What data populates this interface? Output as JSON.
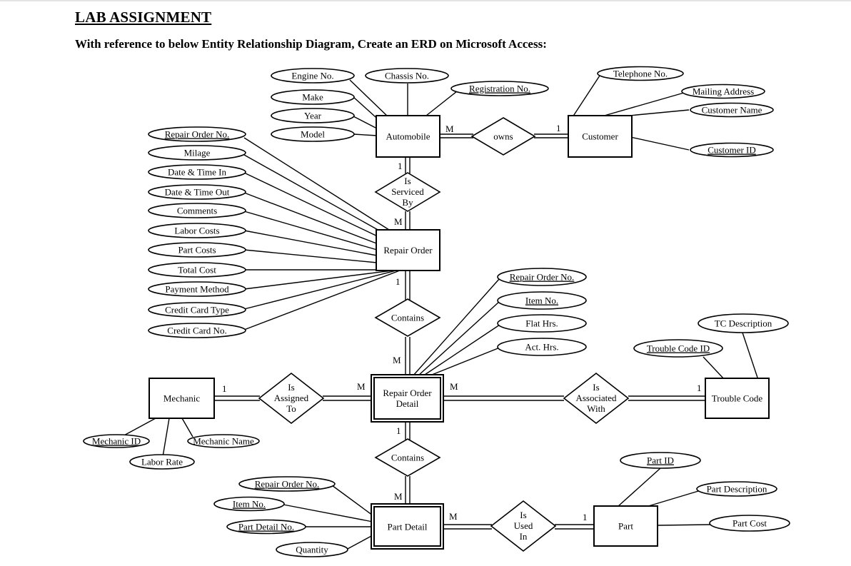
{
  "header": {
    "title": "LAB ASSIGNMENT",
    "instruction": "With reference to below Entity Relationship Diagram, Create an ERD on Microsoft Access:"
  },
  "diagram": {
    "entities": {
      "automobile": "Automobile",
      "customer": "Customer",
      "repair_order": "Repair Order",
      "repair_order_detail": [
        "Repair Order",
        "Detail"
      ],
      "mechanic": "Mechanic",
      "trouble_code": "Trouble Code",
      "part_detail": "Part Detail",
      "part": "Part"
    },
    "relationships": {
      "owns": [
        "owns"
      ],
      "is_serviced_by": [
        "Is",
        "Serviced",
        "By"
      ],
      "contains_1": [
        "Contains"
      ],
      "is_assigned_to": [
        "Is",
        "Assigned",
        "To"
      ],
      "is_associated_with": [
        "Is",
        "Associated",
        "With"
      ],
      "contains_2": [
        "Contains"
      ],
      "is_used_in": [
        "Is",
        "Used",
        "In"
      ]
    },
    "attributes": {
      "engine_no": "Engine No.",
      "chassis_no": "Chassis No.",
      "make": "Make",
      "year": "Year",
      "model": "Model",
      "registration_no": "Registration No.",
      "telephone_no": "Telephone No.",
      "mailing_address": "Mailing Address",
      "customer_name": "Customer Name",
      "customer_id": "Customer ID",
      "ro_repair_order_no": "Repair Order No.",
      "milage": "Milage",
      "date_time_in": "Date & Time In",
      "date_time_out": "Date & Time Out",
      "comments": "Comments",
      "labor_costs": "Labor Costs",
      "part_costs": "Part Costs",
      "total_cost": "Total Cost",
      "payment_method": "Payment Method",
      "credit_card_type": "Credit Card Type",
      "credit_card_no": "Credit Card No.",
      "rod_repair_order_no": "Repair Order No.",
      "rod_item_no": "Item No.",
      "flat_hrs": "Flat Hrs.",
      "act_hrs": "Act. Hrs.",
      "tc_description": "TC Description",
      "trouble_code_id": "Trouble Code ID",
      "mechanic_id": "Mechanic ID",
      "mechanic_name": "Mechanic Name",
      "labor_rate": "Labor Rate",
      "pd_repair_order_no": "Repair Order No.",
      "pd_item_no": "Item No.",
      "part_detail_no": "Part Detail No.",
      "quantity": "Quantity",
      "part_id": "Part ID",
      "part_description": "Part Description",
      "part_cost": "Part Cost"
    },
    "cardinalities": {
      "auto_owns": "M",
      "customer_owns": "1",
      "auto_serviced": "1",
      "ro_serviced": "M",
      "ro_contains": "1",
      "rod_contains": "M",
      "mechanic_assigned": "1",
      "rod_assigned": "M",
      "rod_associated": "M",
      "tc_associated": "1",
      "rod_contains2": "1",
      "pd_contains2": "M",
      "pd_used": "M",
      "part_used": "1"
    }
  }
}
